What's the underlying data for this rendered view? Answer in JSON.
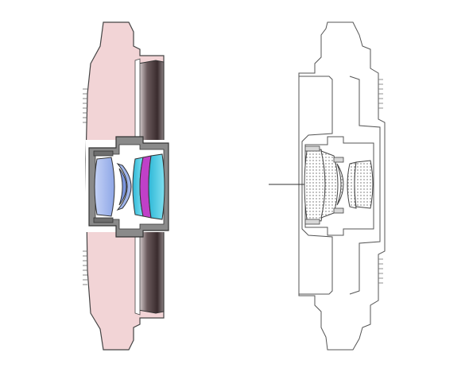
{
  "diagram": {
    "panels": [
      {
        "name": "color-lens-cross-section",
        "style": "colored"
      },
      {
        "name": "outline-lens-cross-section",
        "style": "line-drawing"
      }
    ]
  },
  "colors": {
    "housing_pink": "#f2d4d6",
    "outline": "#444444",
    "barrel_gray": "#8a8a8a",
    "barrel_dark": "#3d2e30",
    "lens_blue": "#9fb4ea",
    "lens_cyan": "#40c8e0",
    "lens_magenta": "#c040c8",
    "background": "#ffffff"
  }
}
